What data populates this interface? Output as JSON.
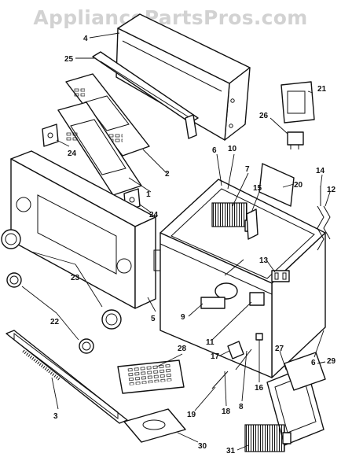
{
  "watermark": "AppliancePartsPros.com",
  "callouts": [
    "1",
    "2",
    "3",
    "4",
    "5",
    "6",
    "6",
    "7",
    "8",
    "9",
    "10",
    "11",
    "12",
    "13",
    "14",
    "15",
    "16",
    "17",
    "18",
    "19",
    "20",
    "21",
    "22",
    "23",
    "24",
    "24",
    "25",
    "26",
    "27",
    "28",
    "29",
    "30",
    "31"
  ]
}
